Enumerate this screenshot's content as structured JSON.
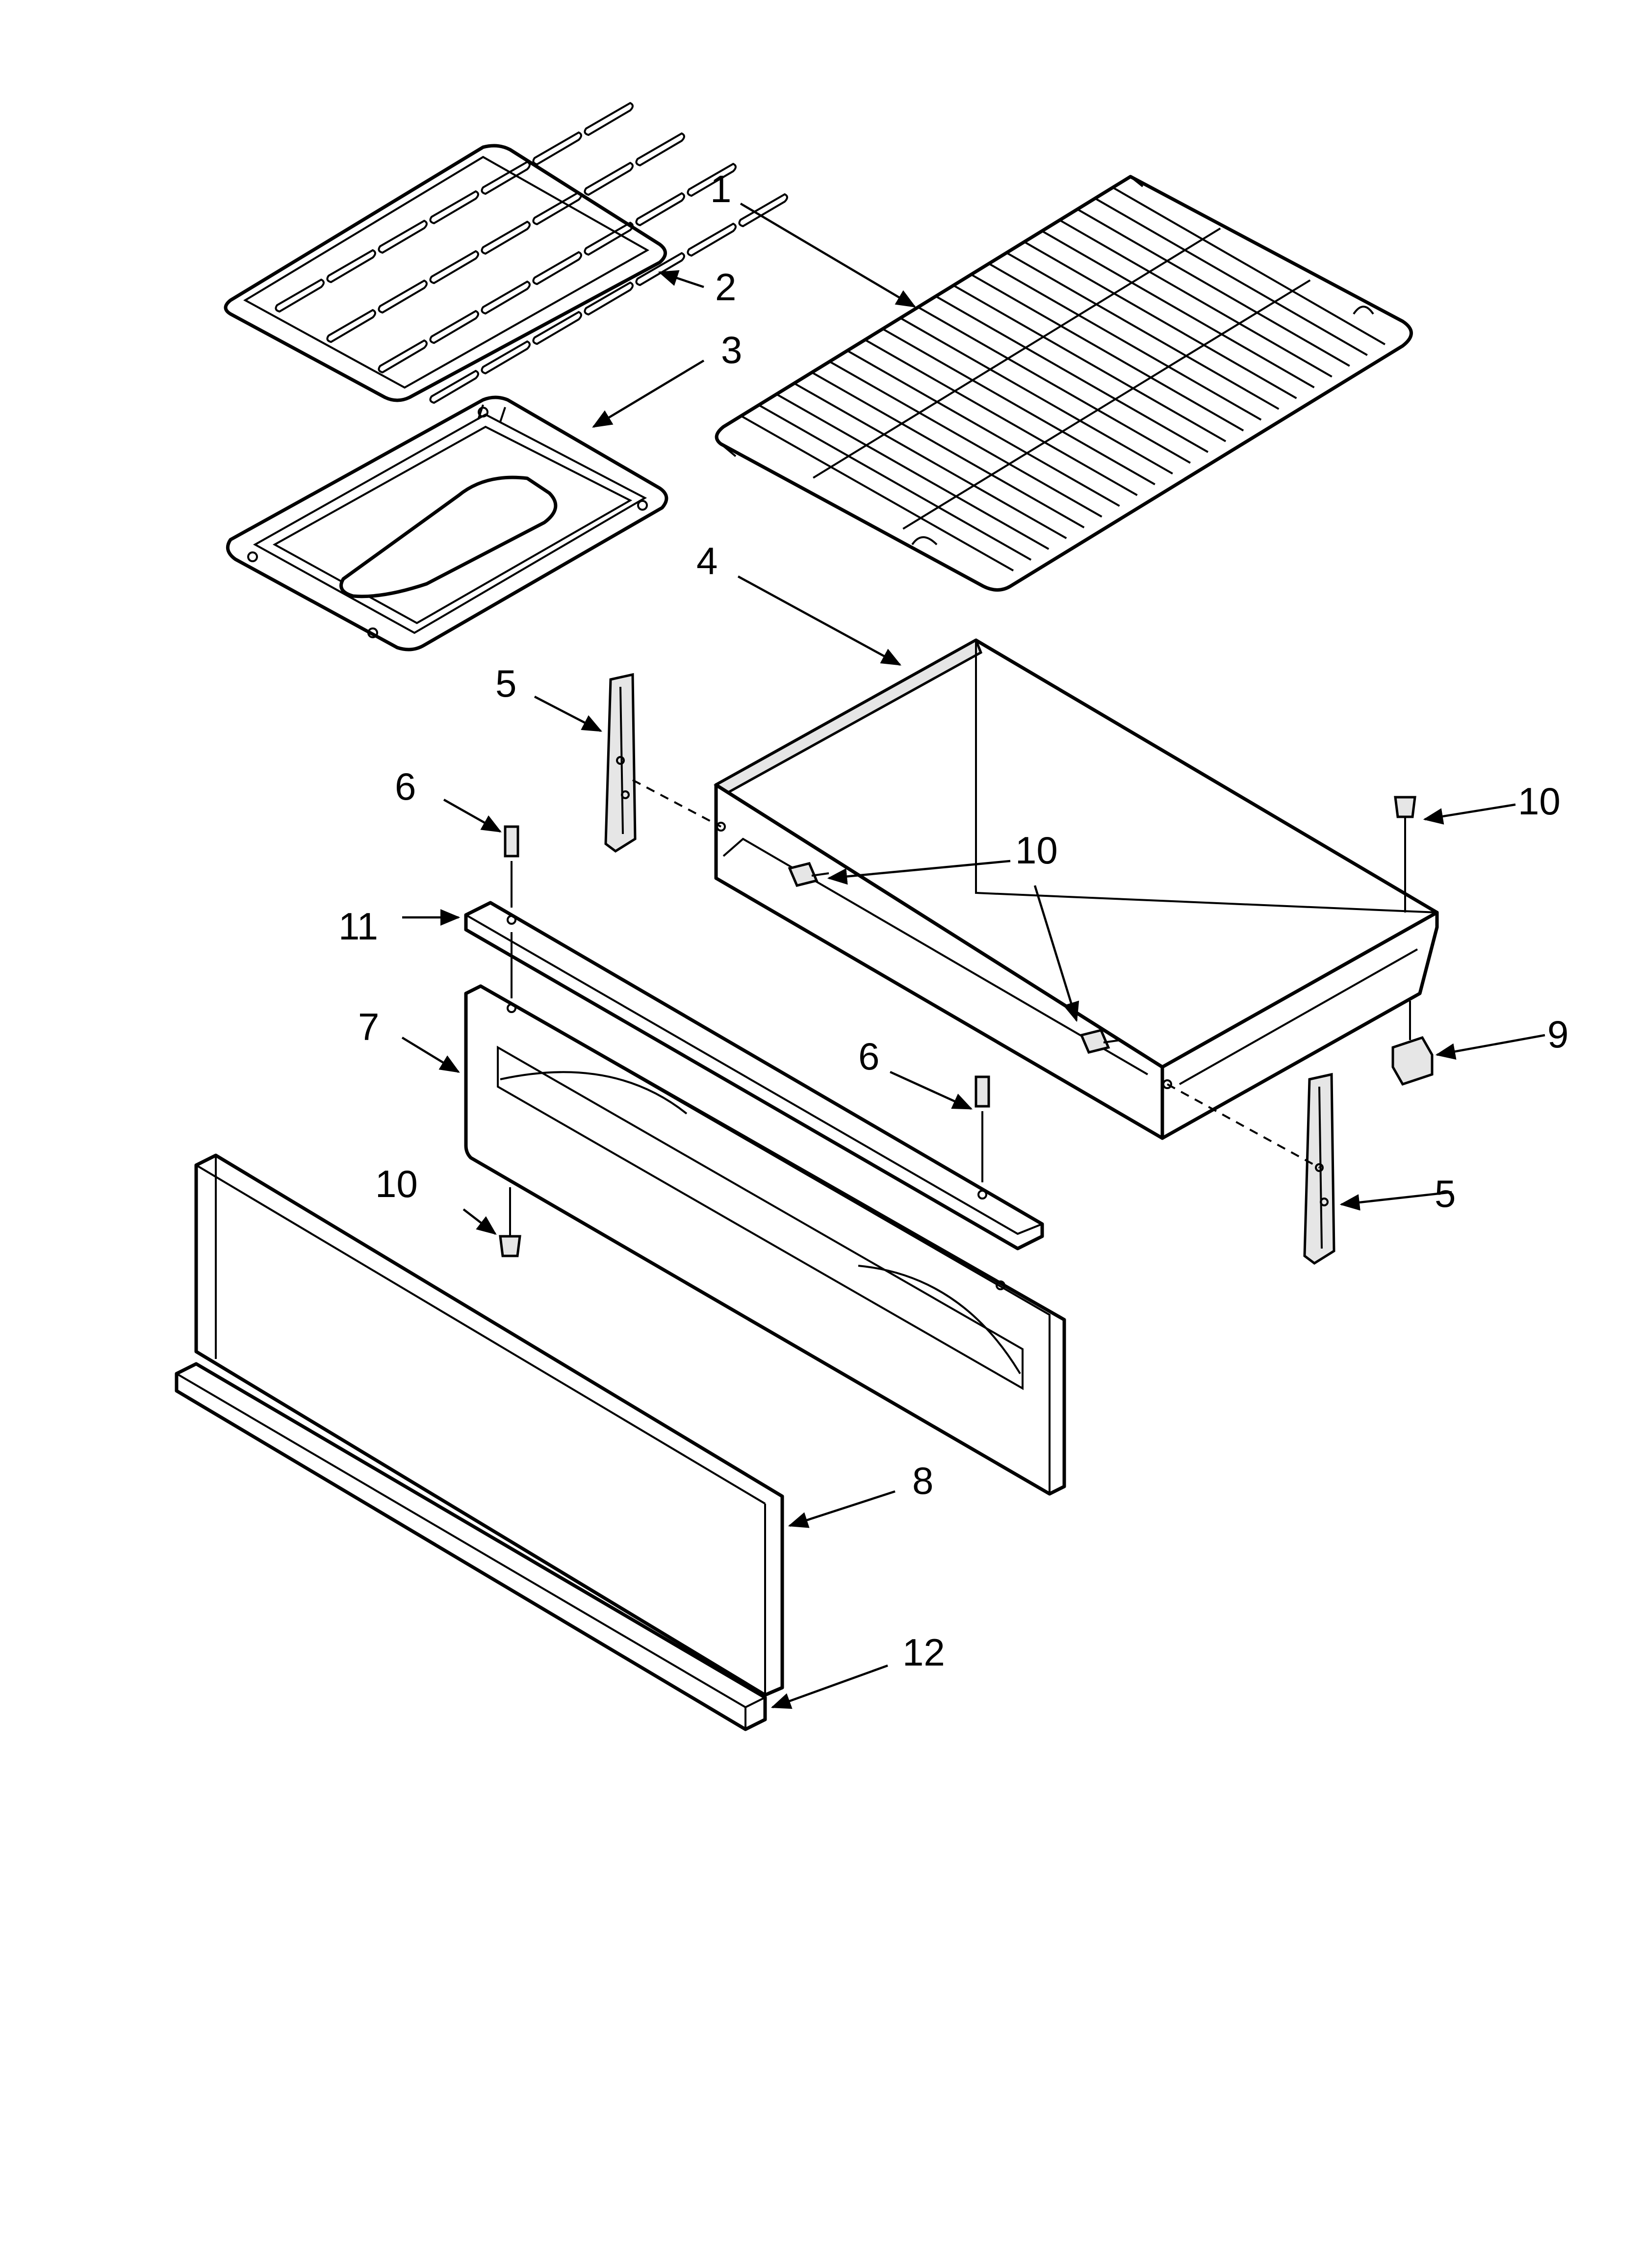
{
  "callouts": [
    {
      "key": "c1",
      "text": "1"
    },
    {
      "key": "c2",
      "text": "2"
    },
    {
      "key": "c3",
      "text": "3"
    },
    {
      "key": "c4",
      "text": "4"
    },
    {
      "key": "c5a",
      "text": "5"
    },
    {
      "key": "c5b",
      "text": "5"
    },
    {
      "key": "c6a",
      "text": "6"
    },
    {
      "key": "c6b",
      "text": "6"
    },
    {
      "key": "c7",
      "text": "7"
    },
    {
      "key": "c8",
      "text": "8"
    },
    {
      "key": "c9",
      "text": "9"
    },
    {
      "key": "c10a",
      "text": "10"
    },
    {
      "key": "c10b",
      "text": "10"
    },
    {
      "key": "c10c",
      "text": "10"
    },
    {
      "key": "c11",
      "text": "11"
    },
    {
      "key": "c12",
      "text": "12"
    }
  ]
}
